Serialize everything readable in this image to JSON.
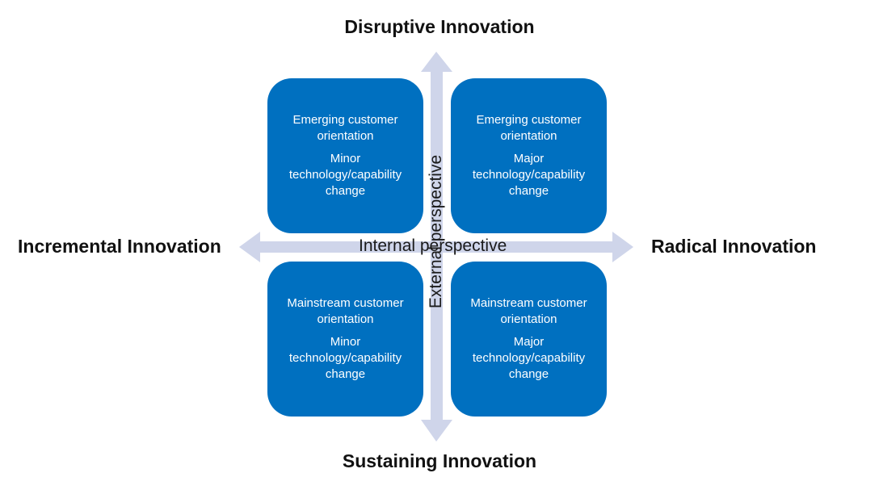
{
  "labels": {
    "top": "Disruptive Innovation",
    "bottom": "Sustaining Innovation",
    "left": "Incremental Innovation",
    "right": "Radical Innovation"
  },
  "axes": {
    "horizontal": "Internal perspective",
    "vertical": "External perspective"
  },
  "quadrants": {
    "top_left": {
      "orientation": "Emerging customer orientation",
      "change": "Minor technology/capability change"
    },
    "top_right": {
      "orientation": "Emerging customer orientation",
      "change": "Major technology/capability change"
    },
    "bottom_left": {
      "orientation": "Mainstream customer orientation",
      "change": "Minor technology/capability change"
    },
    "bottom_right": {
      "orientation": "Mainstream customer orientation",
      "change": "Major technology/capability change"
    }
  },
  "colors": {
    "box": "#0070c0",
    "arrow": "#cfd5ea",
    "label_text": "#111111"
  }
}
